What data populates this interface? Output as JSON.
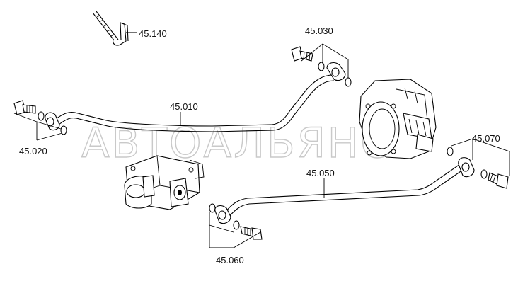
{
  "labels": {
    "p45140": "45.140",
    "p45030": "45.030",
    "p45010": "45.010",
    "p45020": "45.020",
    "p45050": "45.050",
    "p45070": "45.070",
    "p45060": "45.060"
  },
  "watermark": "АВТОАЛЬЯНС",
  "colors": {
    "line": "#000000",
    "background": "#ffffff",
    "watermark": "#c9c9c9"
  }
}
